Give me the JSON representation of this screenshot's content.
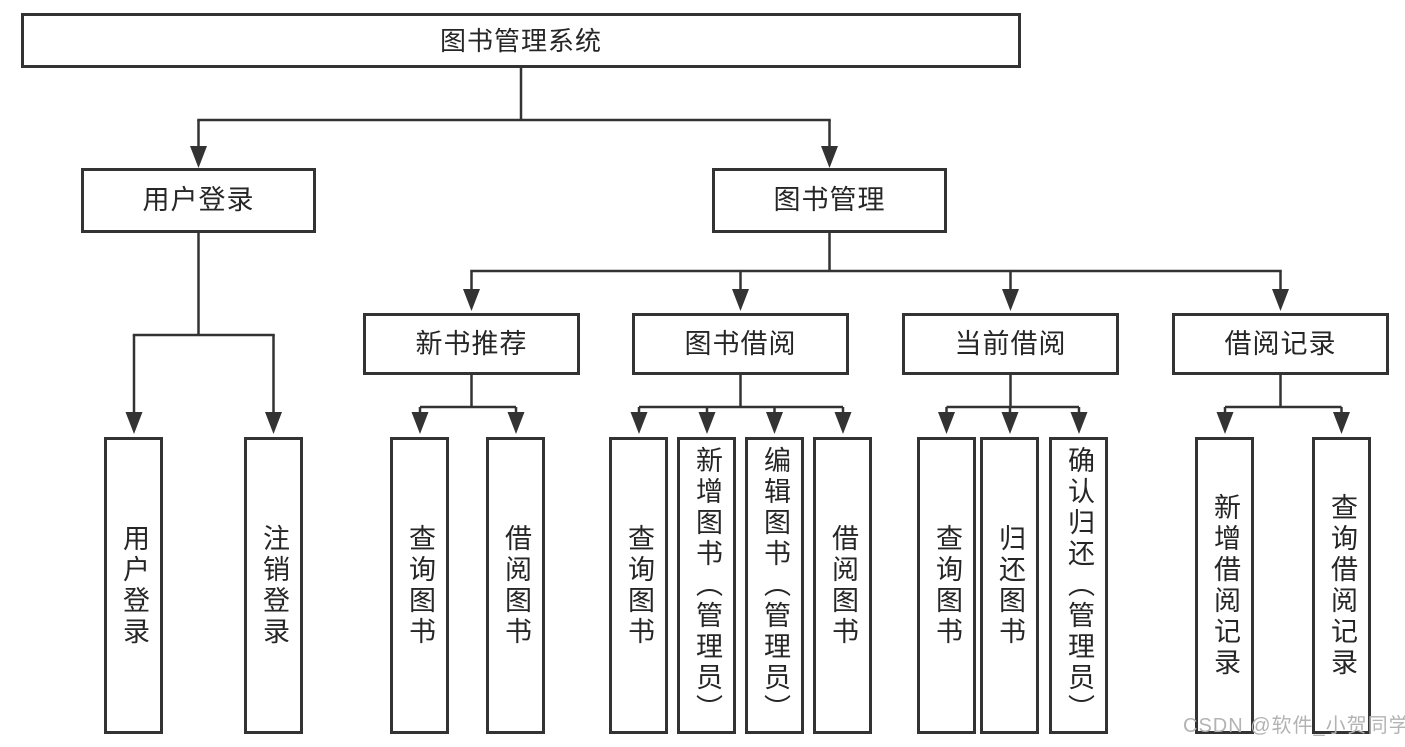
{
  "diagram": {
    "root": {
      "label": "图书管理系统"
    },
    "level2": [
      {
        "label": "用户登录",
        "children": [
          "用户登录",
          "注销登录"
        ]
      },
      {
        "label": "图书管理"
      }
    ],
    "level3": [
      {
        "label": "新书推荐",
        "children": [
          "查询图书",
          "借阅图书"
        ]
      },
      {
        "label": "图书借阅",
        "children": [
          "查询图书",
          "新增图书（管理员）",
          "编辑图书（管理员）",
          "借阅图书"
        ]
      },
      {
        "label": "当前借阅",
        "children": [
          "查询图书",
          "归还图书",
          "确认归还（管理员）"
        ]
      },
      {
        "label": "借阅记录",
        "children": [
          "新增借阅记录",
          "查询借阅记录"
        ]
      }
    ]
  },
  "watermark": {
    "text": "CSDN @软件_小贺同学"
  },
  "colors": {
    "line": "#333333",
    "box_border": "#333333",
    "text": "#262626",
    "watermark": "#b3b3b3",
    "background": "#ffffff"
  }
}
